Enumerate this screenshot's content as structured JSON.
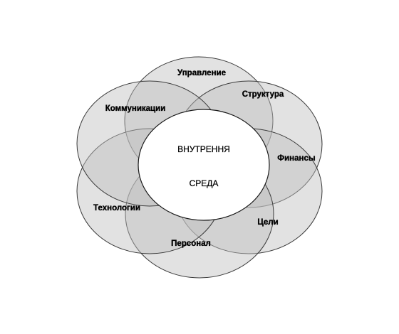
{
  "center": {
    "line1": "ВНУТРЕННЯ",
    "line2": "СРЕДА"
  },
  "factors": {
    "management": "Управление",
    "structure": "Структура",
    "finance": "Финансы",
    "goals": "Цели",
    "personnel": "Персонал",
    "technology": "Технологии",
    "communications": "Коммуникации"
  },
  "colors": {
    "petal_fill": "#bebebe",
    "petal_stroke": "#3a3a3a",
    "center_fill": "#ffffff",
    "text": "#000000"
  }
}
